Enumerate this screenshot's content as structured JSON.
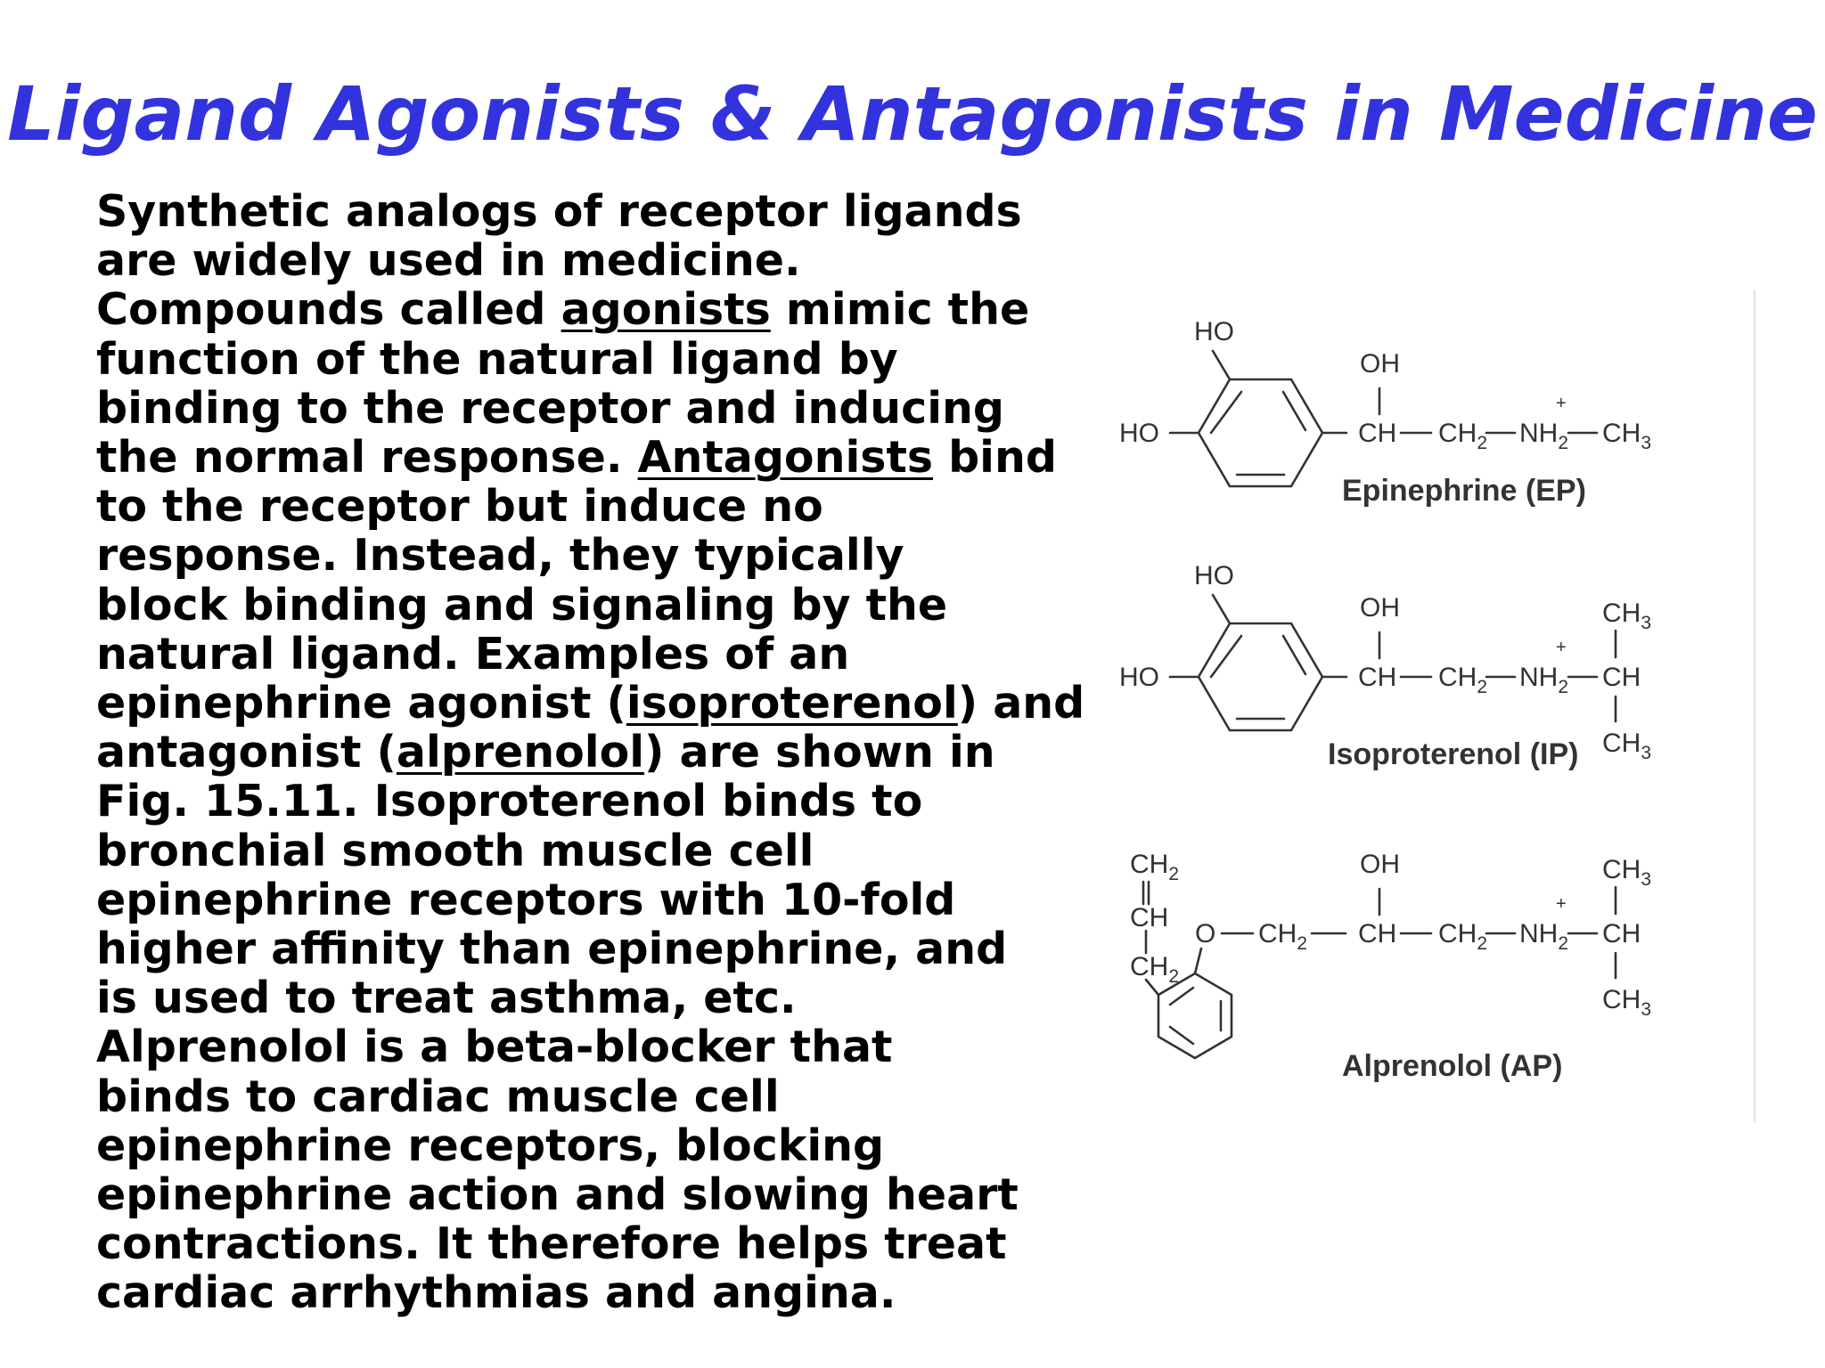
{
  "slide": {
    "title": "Ligand Agonists & Antagonists in Medicine"
  },
  "body": {
    "lines": [
      [
        {
          "t": "Synthetic analogs of receptor ligands"
        }
      ],
      [
        {
          "t": "are widely used in medicine."
        }
      ],
      [
        {
          "t": "Compounds called "
        },
        {
          "t": "agonists",
          "u": true
        },
        {
          "t": " mimic the"
        }
      ],
      [
        {
          "t": "function of the natural ligand by"
        }
      ],
      [
        {
          "t": "binding to the receptor and inducing"
        }
      ],
      [
        {
          "t": "the normal response. "
        },
        {
          "t": "Antagonists",
          "u": true
        },
        {
          "t": " bind"
        }
      ],
      [
        {
          "t": "to the receptor but induce no"
        }
      ],
      [
        {
          "t": "response. Instead, they typically"
        }
      ],
      [
        {
          "t": "block binding and signaling by the"
        }
      ],
      [
        {
          "t": "natural ligand. Examples of an"
        }
      ],
      [
        {
          "t": "epinephrine agonist ("
        },
        {
          "t": "isoproterenol",
          "u": true
        },
        {
          "t": ") and"
        }
      ],
      [
        {
          "t": "antagonist ("
        },
        {
          "t": "alprenolol",
          "u": true
        },
        {
          "t": ") are shown in"
        }
      ],
      [
        {
          "t": "Fig. 15.11. Isoproterenol binds to"
        }
      ],
      [
        {
          "t": "bronchial smooth muscle cell"
        }
      ],
      [
        {
          "t": "epinephrine receptors with 10-fold"
        }
      ],
      [
        {
          "t": "higher affinity than epinephrine, and"
        }
      ],
      [
        {
          "t": "is used to treat asthma, etc."
        }
      ],
      [
        {
          "t": "Alprenolol is a beta-blocker that"
        }
      ],
      [
        {
          "t": "binds to cardiac muscle cell"
        }
      ],
      [
        {
          "t": "epinephrine receptors, blocking"
        }
      ],
      [
        {
          "t": "epinephrine action and slowing heart"
        }
      ],
      [
        {
          "t": "contractions. It therefore helps treat"
        }
      ],
      [
        {
          "t": "cardiac arrhythmias and angina."
        }
      ]
    ]
  },
  "figure": {
    "epinephrine": {
      "name": "Epinephrine (EP)",
      "ho_top": "HO",
      "ho_left": "HO",
      "oh": "OH",
      "ch": "CH",
      "ch2": "CH",
      "nh2": "NH",
      "ch3": "CH",
      "sub2": "2",
      "sub3": "3",
      "plus": "+"
    },
    "isoproterenol": {
      "name": "Isoproterenol (IP)",
      "ho_top": "HO",
      "ho_left": "HO",
      "oh": "OH",
      "ch": "CH",
      "ch2": "CH",
      "nh2": "NH",
      "ch_branch": "CH",
      "ch3_top": "CH",
      "ch3_bottom": "CH",
      "sub2": "2",
      "sub3": "3",
      "plus": "+"
    },
    "alprenolol": {
      "name": "Alprenolol (AP)",
      "ch2_top": "CH",
      "ch_mid": "CH",
      "ch2_bottom": "CH",
      "o": "O",
      "och2": "CH",
      "oh": "OH",
      "ch": "CH",
      "ch2": "CH",
      "nh2": "NH",
      "ch_branch": "CH",
      "ch3_top": "CH",
      "ch3_bottom": "CH",
      "sub2": "2",
      "sub3": "3",
      "plus": "+"
    }
  }
}
